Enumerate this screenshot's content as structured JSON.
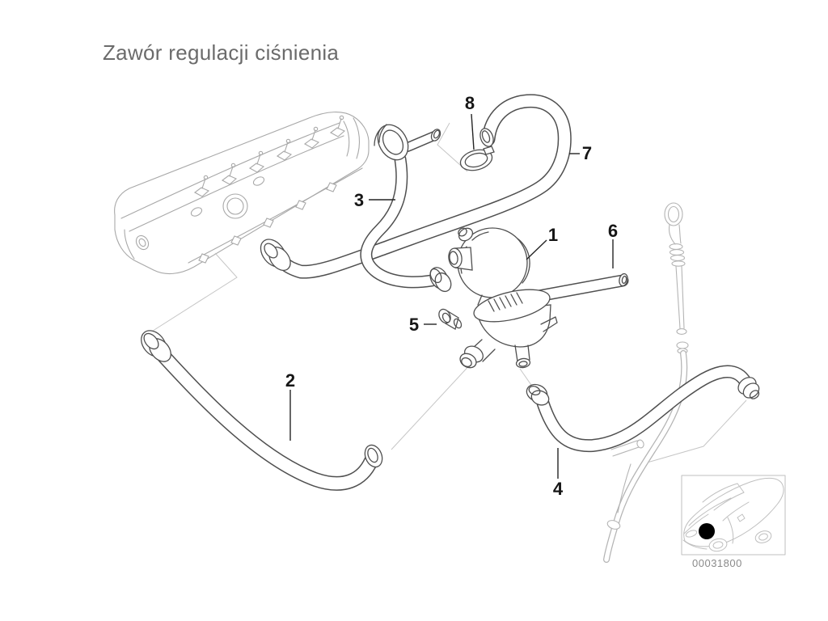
{
  "title": "Zawór regulacji ciśnienia",
  "callouts": [
    {
      "number": "1"
    },
    {
      "number": "2"
    },
    {
      "number": "3"
    },
    {
      "number": "4"
    },
    {
      "number": "5"
    },
    {
      "number": "6"
    },
    {
      "number": "7"
    },
    {
      "number": "8"
    }
  ],
  "thumbnail": {
    "code": "00031800"
  },
  "colors": {
    "background": "#ffffff",
    "part_line": "#4f4f4f",
    "cover_line": "#a8a8a8",
    "dipstick_line": "#b4b4b4",
    "alignment_line": "#c6c6c6",
    "leader_line": "#242424",
    "label_text": "#161616",
    "title_text": "#6b6b6b",
    "code_text": "#8a8a8a",
    "car_line": "#bfbfbf",
    "marker": "#000000"
  }
}
